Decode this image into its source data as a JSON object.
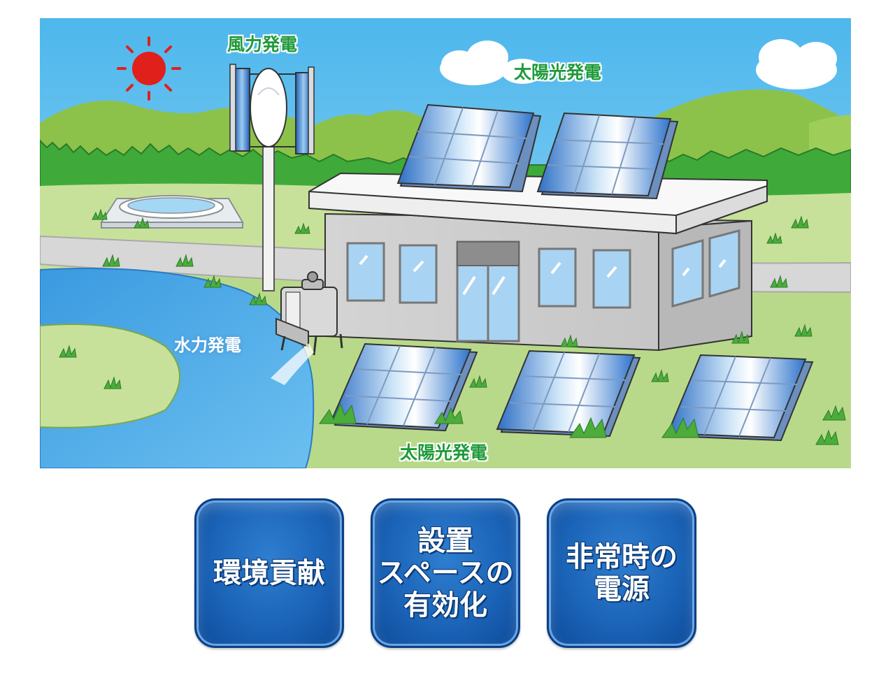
{
  "scene": {
    "labels": {
      "wind_power": "風力発電",
      "solar_power_top": "太陽光発電",
      "hydro_power": "水力発電",
      "solar_power_bottom": "太陽光発電"
    },
    "colors": {
      "sky": "#5fc0ef",
      "mountains": "#8cc24a",
      "forest": "#3faa3a",
      "ground": "#c8e19a",
      "road": "#d7d7d7",
      "water": "#4aa3e0",
      "solar_panel": "#3a7fd0",
      "label_green": "#1f9a3a",
      "sun": "#e0201a"
    },
    "icons": [
      "sun-icon",
      "cloud-icon",
      "wind-turbine-icon",
      "solar-panel-icon",
      "water-turbine-icon",
      "building-icon",
      "grass-icon"
    ]
  },
  "features": {
    "items": [
      {
        "label": "環境貢献"
      },
      {
        "label": "設置\nスペースの\n有効化"
      },
      {
        "label": "非常時の\n電源"
      }
    ],
    "color": "#1b64b8"
  }
}
